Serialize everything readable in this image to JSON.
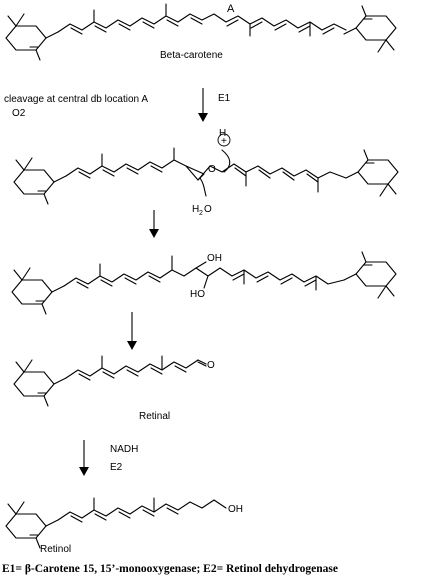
{
  "molecules": {
    "beta_carotene": {
      "name": "Beta-carotene",
      "site_label": "A"
    },
    "epoxide": {
      "hplus": "H",
      "plus": "+",
      "oxygen": "O",
      "water_h": "H",
      "water_sub": "2",
      "water_o": "O"
    },
    "diol": {
      "oh_top": "OH",
      "oh_bottom": "HO"
    },
    "retinal": {
      "name": "Retinal",
      "aldehyde_o": "O"
    },
    "retinol": {
      "name": "Retinol",
      "oh": "OH"
    }
  },
  "steps": {
    "step1": {
      "line1": "cleavage at central db location A",
      "line2": "O2",
      "enzyme": "E1"
    },
    "step4": {
      "cofactor": "NADH",
      "enzyme": "E2"
    }
  },
  "caption": "E1= β-Carotene 15, 15’-monooxygenase; E2= Retinol dehydrogenase"
}
